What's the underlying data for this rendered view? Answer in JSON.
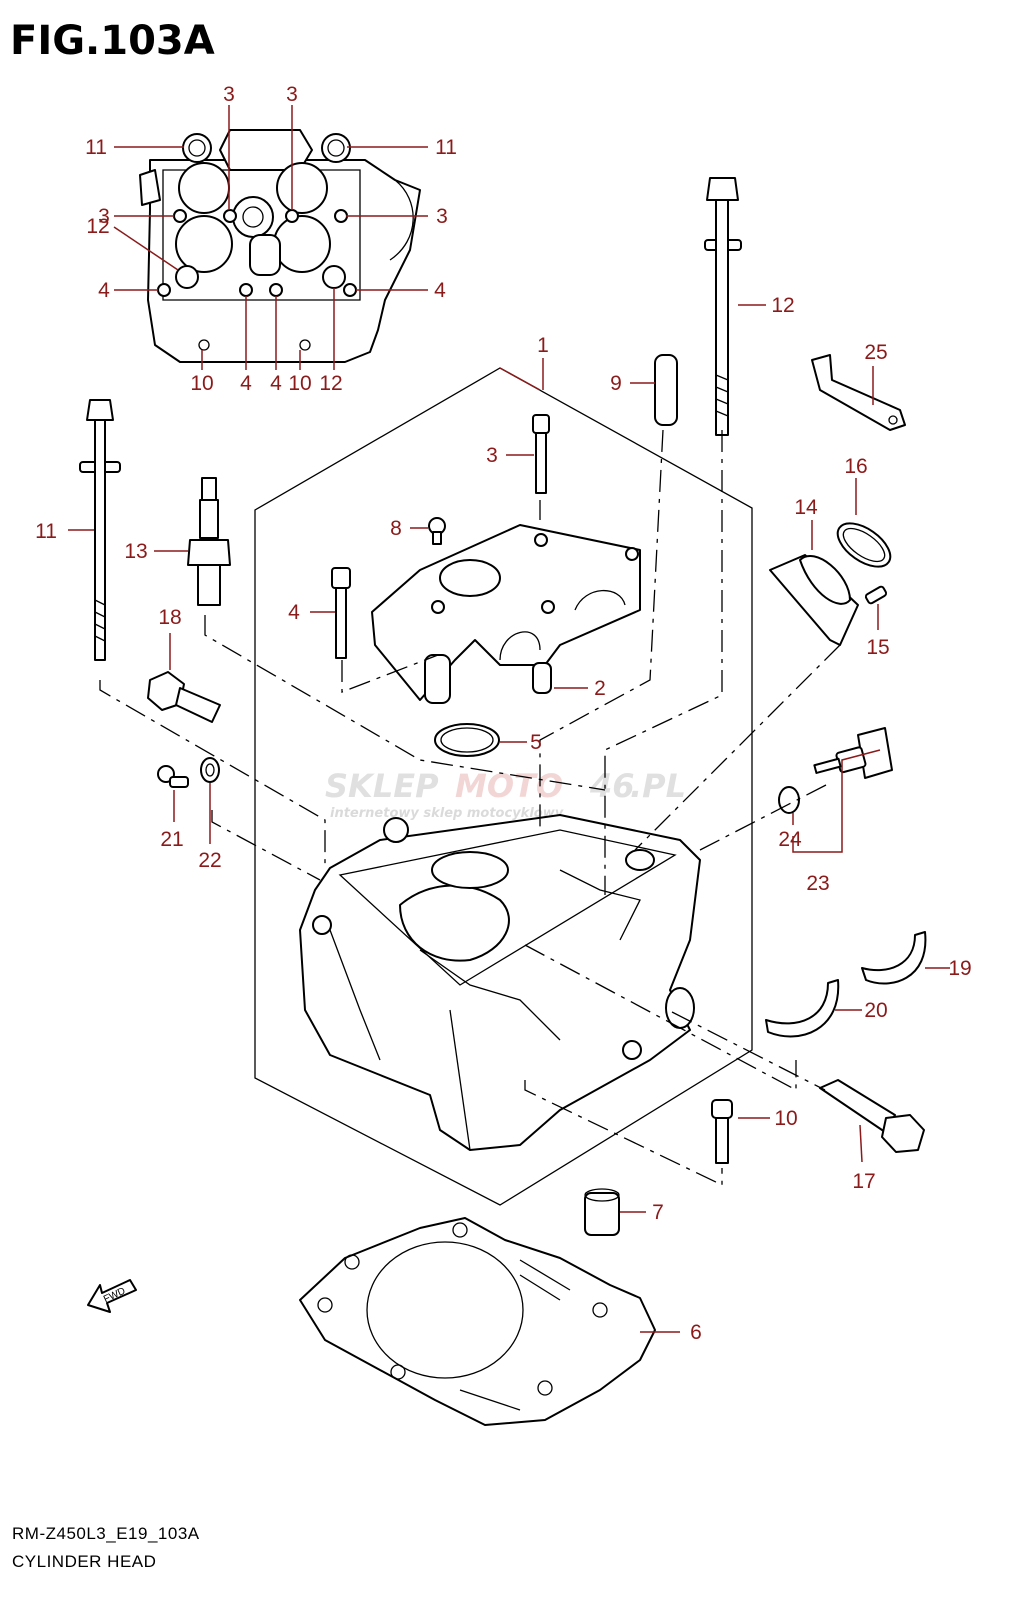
{
  "figure": {
    "title": "FIG.103A",
    "model_code": "RM-Z450L3_E19_103A",
    "caption": "CYLINDER HEAD"
  },
  "watermark": {
    "brand_a": "SKLEP",
    "brand_b": "MOTO",
    "brand_c": "46",
    "brand_d": ".PL",
    "tagline": "internetowy sklep motocyklowy"
  },
  "fwd_label": "FWD",
  "colors": {
    "callout": "#8b1a1a",
    "line": "#000000",
    "watermark": "#c8c8c8"
  },
  "callouts": [
    {
      "id": "c1",
      "text": "1"
    },
    {
      "id": "c2",
      "text": "2"
    },
    {
      "id": "c3a",
      "text": "3"
    },
    {
      "id": "c3b",
      "text": "3"
    },
    {
      "id": "c3c",
      "text": "3"
    },
    {
      "id": "c3d",
      "text": "3"
    },
    {
      "id": "c3e",
      "text": "3"
    },
    {
      "id": "c4a",
      "text": "4"
    },
    {
      "id": "c4b",
      "text": "4"
    },
    {
      "id": "c4c",
      "text": "4"
    },
    {
      "id": "c4d",
      "text": "4"
    },
    {
      "id": "c4e",
      "text": "4"
    },
    {
      "id": "c5",
      "text": "5"
    },
    {
      "id": "c6",
      "text": "6"
    },
    {
      "id": "c7",
      "text": "7"
    },
    {
      "id": "c8",
      "text": "8"
    },
    {
      "id": "c9",
      "text": "9"
    },
    {
      "id": "c10a",
      "text": "10"
    },
    {
      "id": "c10b",
      "text": "10"
    },
    {
      "id": "c10c",
      "text": "10"
    },
    {
      "id": "c11a",
      "text": "11"
    },
    {
      "id": "c11b",
      "text": "11"
    },
    {
      "id": "c11c",
      "text": "11"
    },
    {
      "id": "c12a",
      "text": "12"
    },
    {
      "id": "c12b",
      "text": "12"
    },
    {
      "id": "c12c",
      "text": "12"
    },
    {
      "id": "c13",
      "text": "13"
    },
    {
      "id": "c14",
      "text": "14"
    },
    {
      "id": "c15",
      "text": "15"
    },
    {
      "id": "c16",
      "text": "16"
    },
    {
      "id": "c17",
      "text": "17"
    },
    {
      "id": "c18",
      "text": "18"
    },
    {
      "id": "c19",
      "text": "19"
    },
    {
      "id": "c20",
      "text": "20"
    },
    {
      "id": "c21",
      "text": "21"
    },
    {
      "id": "c22",
      "text": "22"
    },
    {
      "id": "c23",
      "text": "23"
    },
    {
      "id": "c24",
      "text": "24"
    },
    {
      "id": "c25",
      "text": "25"
    }
  ]
}
